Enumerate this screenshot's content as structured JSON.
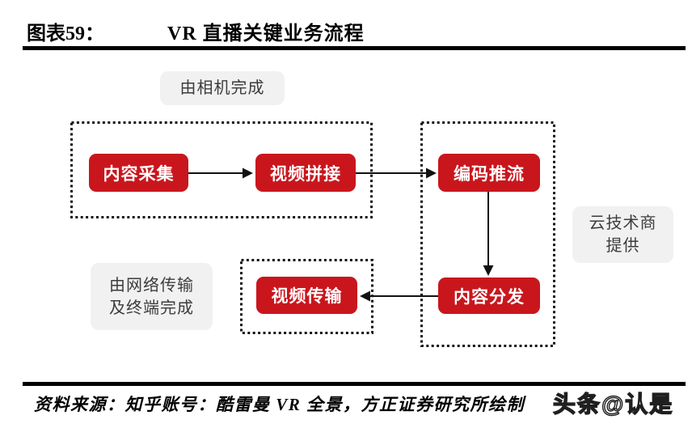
{
  "header": {
    "figure_label": "图表59：",
    "title": "VR 直播关键业务流程"
  },
  "diagram": {
    "nodes": {
      "collect": "内容采集",
      "stitch": "视频拼接",
      "encode": "编码推流",
      "distribute": "内容分发",
      "transmit": "视频传输"
    },
    "stage_labels": {
      "camera": "由相机完成",
      "cloud_line1": "云技术商",
      "cloud_line2": "提供",
      "network_line1": "由网络传输",
      "network_line2": "及终端完成"
    },
    "flow": [
      "内容采集 → 视频拼接",
      "视频拼接 → 编码推流",
      "编码推流 → 内容分发",
      "内容分发 → 视频传输"
    ],
    "colors": {
      "node_bg": "#c9161d",
      "node_text": "#ffffff",
      "label_bg": "#f1f1f1",
      "label_text": "#3c3c3c",
      "line": "#111111"
    }
  },
  "footer": {
    "source": "资料来源：知乎账号：酷雷曼 VR 全景，方正证券研究所绘制",
    "watermark": "头条@认是"
  }
}
